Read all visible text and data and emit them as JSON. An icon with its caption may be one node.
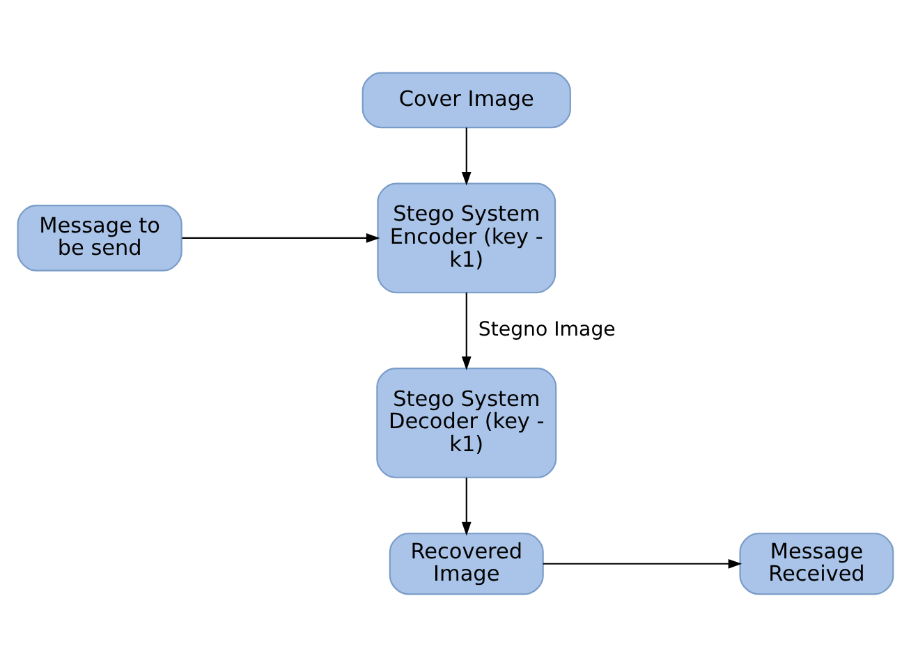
{
  "diagram": {
    "nodes": [
      {
        "text": [
          "Cover Image"
        ]
      },
      {
        "text": [
          "Message to be send"
        ]
      },
      {
        "text": [
          "Stego System Encoder (key - k1)"
        ]
      },
      {
        "text": [
          "Stego System Decoder (key - k1)"
        ]
      },
      {
        "text": [
          "Recovered Image"
        ]
      },
      {
        "text": [
          "Message Received"
        ]
      }
    ],
    "edges": [
      {
        "from": 0,
        "to": 2,
        "arrow": "to"
      },
      {
        "from": 1,
        "to": 2,
        "arrow": "to"
      },
      {
        "from": 2,
        "to": 3,
        "arrow": "to",
        "label": "Stegno Image"
      },
      {
        "from": 3,
        "to": 4,
        "arrow": "to"
      },
      {
        "from": 4,
        "to": 5,
        "arrow": "to"
      }
    ]
  }
}
